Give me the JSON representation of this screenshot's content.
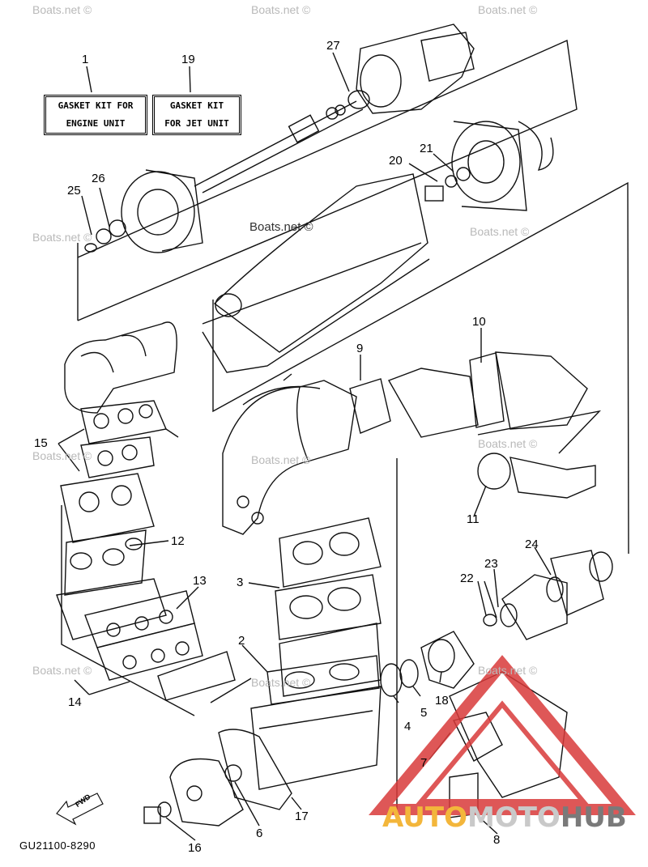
{
  "kits": [
    {
      "callout": "1",
      "line1": "GASKET KIT FOR",
      "line2": "ENGINE UNIT"
    },
    {
      "callout": "19",
      "line1": "GASKET KIT",
      "line2": "FOR JET UNIT"
    }
  ],
  "callouts": [
    "1",
    "2",
    "3",
    "4",
    "5",
    "6",
    "7",
    "8",
    "9",
    "10",
    "11",
    "12",
    "13",
    "14",
    "15",
    "16",
    "17",
    "18",
    "19",
    "20",
    "21",
    "22",
    "23",
    "24",
    "25",
    "26",
    "27"
  ],
  "watermark": "Boats.net ©",
  "diagram_code": "GU21100-8290",
  "fwd_label": "FWD",
  "logo": {
    "part1": "AUTO",
    "part2": "MOTO",
    "part3": "HUB"
  },
  "colors": {
    "logo_red": "#d93a3a",
    "logo_yellow": "#f3b63b",
    "line": "#111111"
  }
}
